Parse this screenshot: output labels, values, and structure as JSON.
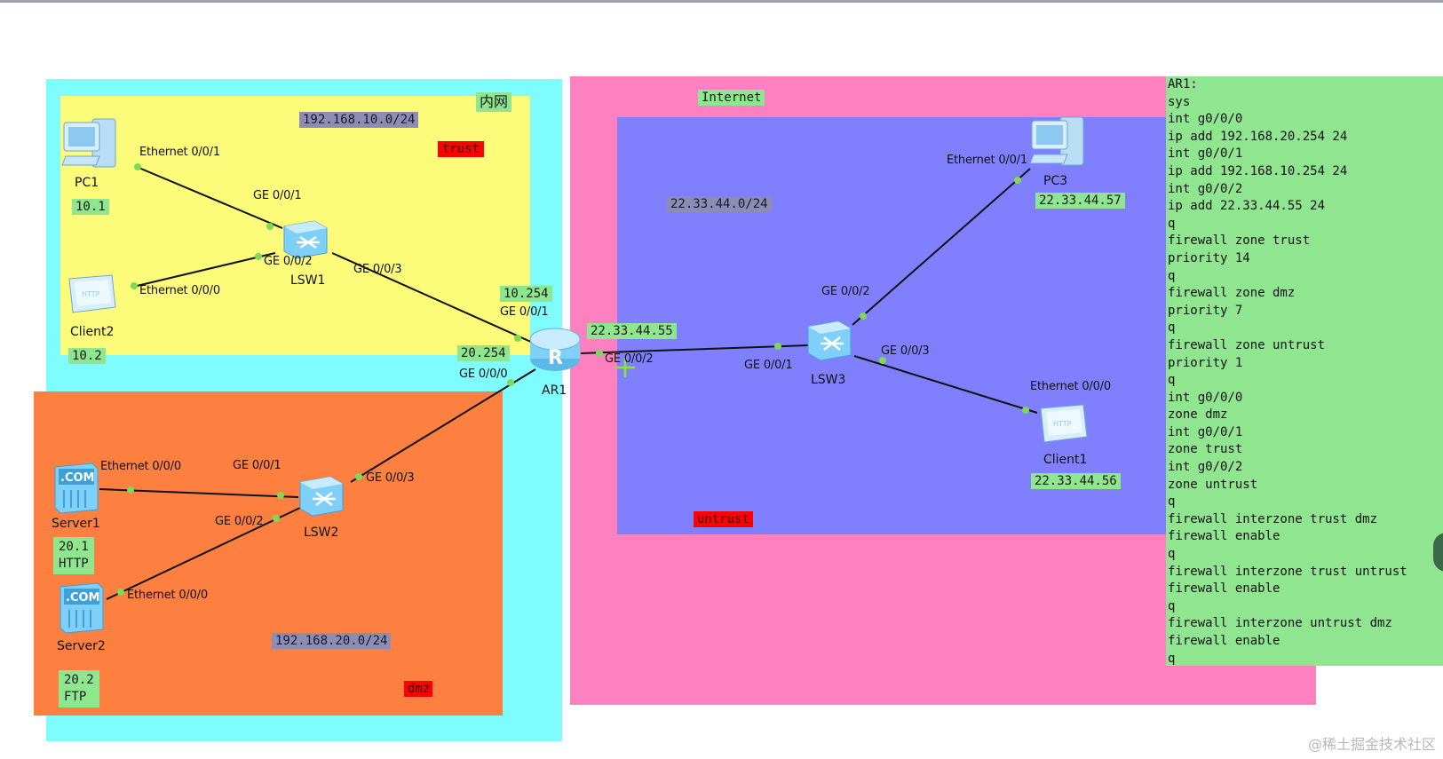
{
  "zones": {
    "intranet_label": "内网",
    "internet_label": "Internet",
    "trust": "trust",
    "dmz": "dmz",
    "untrust": "untrust"
  },
  "subnets": {
    "trust": "192.168.10.0/24",
    "dmz": "192.168.20.0/24",
    "internet": "22.33.44.0/24"
  },
  "devices": {
    "pc1": {
      "name": "PC1",
      "ip": "10.1",
      "port": "Ethernet 0/0/1"
    },
    "client2": {
      "name": "Client2",
      "ip": "10.2",
      "port": "Ethernet 0/0/0"
    },
    "lsw1": {
      "name": "LSW1",
      "ports": [
        "GE 0/0/1",
        "GE 0/0/2",
        "GE 0/0/3"
      ]
    },
    "ar1": {
      "name": "AR1",
      "ip_g1": "10.254",
      "port_g1": "GE 0/0/1",
      "ip_g0": "20.254",
      "port_g0": "GE 0/0/0",
      "ip_g2": "22.33.44.55",
      "port_g2": "GE 0/0/2"
    },
    "lsw2": {
      "name": "LSW2",
      "ports": [
        "GE 0/0/1",
        "GE 0/0/2",
        "GE 0/0/3"
      ]
    },
    "server1": {
      "name": "Server1",
      "info": "20.1\nHTTP",
      "port": "Ethernet 0/0/0"
    },
    "server2": {
      "name": "Server2",
      "info": "20.2\nFTP",
      "port": "Ethernet 0/0/0"
    },
    "lsw3": {
      "name": "LSW3",
      "ports": [
        "GE 0/0/1",
        "GE 0/0/2",
        "GE 0/0/3"
      ]
    },
    "pc3": {
      "name": "PC3",
      "ip": "22.33.44.57",
      "port": "Ethernet 0/0/1"
    },
    "client1": {
      "name": "Client1",
      "ip": "22.33.44.56",
      "port": "Ethernet 0/0/0"
    }
  },
  "config": {
    "lines": [
      "AR1:",
      "sys",
      "int g0/0/0",
      "ip add 192.168.20.254 24",
      "int g0/0/1",
      "ip add 192.168.10.254 24",
      "int g0/0/2",
      "ip add 22.33.44.55 24",
      "q",
      "firewall zone trust",
      "priority 14",
      "q",
      "firewall zone dmz",
      "priority 7",
      "q",
      "firewall zone untrust",
      "priority 1",
      "q",
      "int g0/0/0",
      "zone dmz",
      "int g0/0/1",
      "zone trust",
      "int g0/0/2",
      "zone untrust",
      "q",
      "firewall interzone trust dmz",
      "firewall enable",
      "q",
      "firewall interzone trust untrust",
      "firewall enable",
      "q",
      "firewall interzone untrust dmz",
      "firewall enable",
      "q"
    ]
  },
  "watermark": "@稀土掘金技术社区",
  "colors": {
    "intranet": "#7ffcff",
    "trust": "#fdfc7a",
    "dmz": "#fd8040",
    "internet": "#ff80c0",
    "untrust": "#8080ff",
    "config": "#90e690",
    "link": "#111111",
    "port_dot": "#7ed957"
  }
}
